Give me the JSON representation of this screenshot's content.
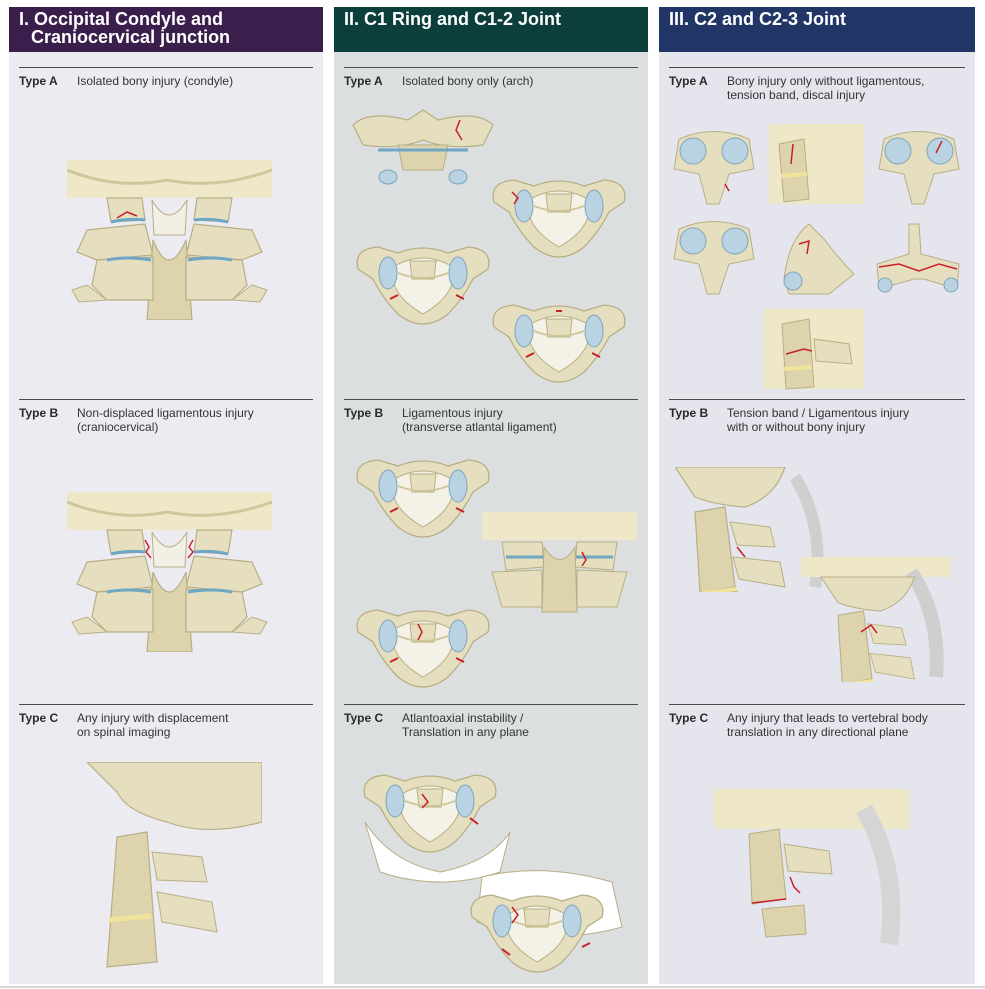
{
  "columns": [
    {
      "title_line1": "I. Occipital Condyle and",
      "title_line2": "Craniocervical junction",
      "sections": [
        {
          "type": "Type A",
          "desc_line1": "Isolated bony injury (condyle)",
          "desc_line2": ""
        },
        {
          "type": "Type B",
          "desc_line1": "Non-displaced ligamentous injury",
          "desc_line2": "(craniocervical)"
        },
        {
          "type": "Type C",
          "desc_line1": "Any injury with displacement",
          "desc_line2": "on spinal imaging"
        }
      ]
    },
    {
      "title_line1": "II. C1 Ring and C1-2 Joint",
      "title_line2": "",
      "sections": [
        {
          "type": "Type A",
          "desc_line1": "Isolated bony only (arch)",
          "desc_line2": ""
        },
        {
          "type": "Type B",
          "desc_line1": "Ligamentous injury",
          "desc_line2": "(transverse atlantal ligament)"
        },
        {
          "type": "Type C",
          "desc_line1": "Atlantoaxial instability /",
          "desc_line2": "Translation in any plane"
        }
      ]
    },
    {
      "title_line1": "III. C2 and C2-3 Joint",
      "title_line2": "",
      "sections": [
        {
          "type": "Type A",
          "desc_line1": "Bony injury only without ligamentous,",
          "desc_line2": "tension band, discal injury"
        },
        {
          "type": "Type B",
          "desc_line1": "Tension band / Ligamentous injury",
          "desc_line2": "with or without bony injury"
        },
        {
          "type": "Type C",
          "desc_line1": "Any injury that leads to vertebral body",
          "desc_line2": "translation in any directional plane"
        }
      ]
    }
  ],
  "colors": {
    "col1_header": "#3a1f4d",
    "col2_header": "#0c3e3c",
    "col3_header": "#223567",
    "bone": "#e6dfbf",
    "bone_shade": "#cfc69a",
    "cartilage": "#b9d3e2",
    "fracture": "#c8202a"
  }
}
